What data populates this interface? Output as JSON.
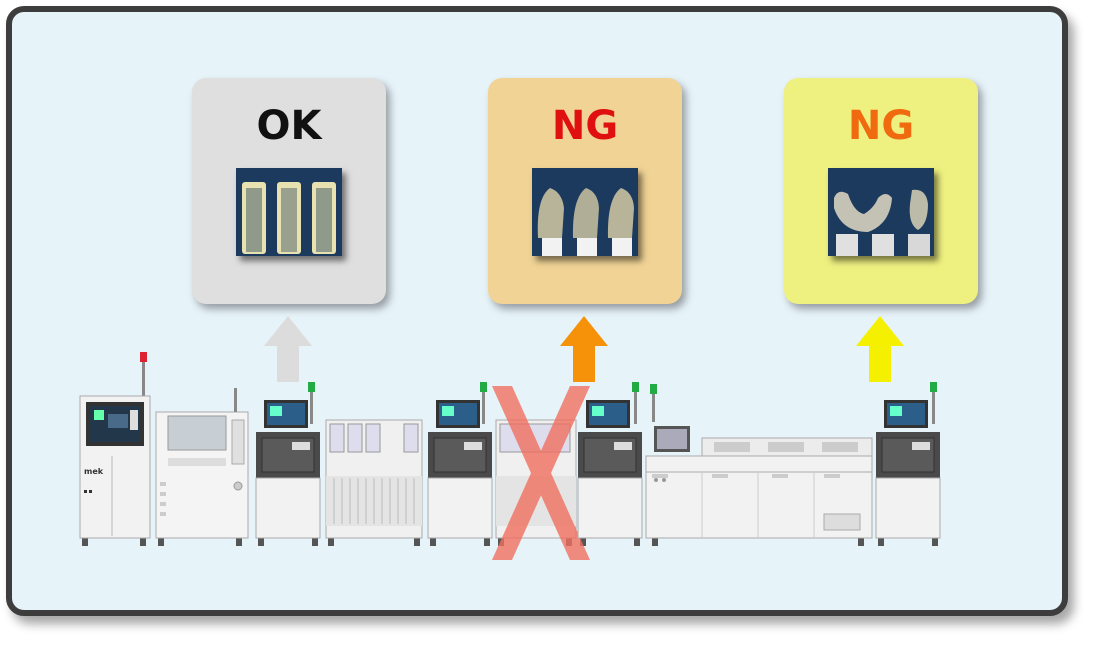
{
  "panels": [
    {
      "id": "ok",
      "label": "OK",
      "label_color": "#111111",
      "background": "#dfdfdf"
    },
    {
      "id": "ng1",
      "label": "NG",
      "label_color": "#e01010",
      "background": "#f0d395"
    },
    {
      "id": "ng2",
      "label": "NG",
      "label_color": "#f06a10",
      "background": "#eef080"
    }
  ],
  "arrows": [
    {
      "id": "ok",
      "color": "#dcdcdc"
    },
    {
      "id": "ng1",
      "color": "#f5920a"
    },
    {
      "id": "ng2",
      "color": "#f5f000"
    }
  ],
  "machine_logo": "mek",
  "rejected_mark_color": "#f07060"
}
